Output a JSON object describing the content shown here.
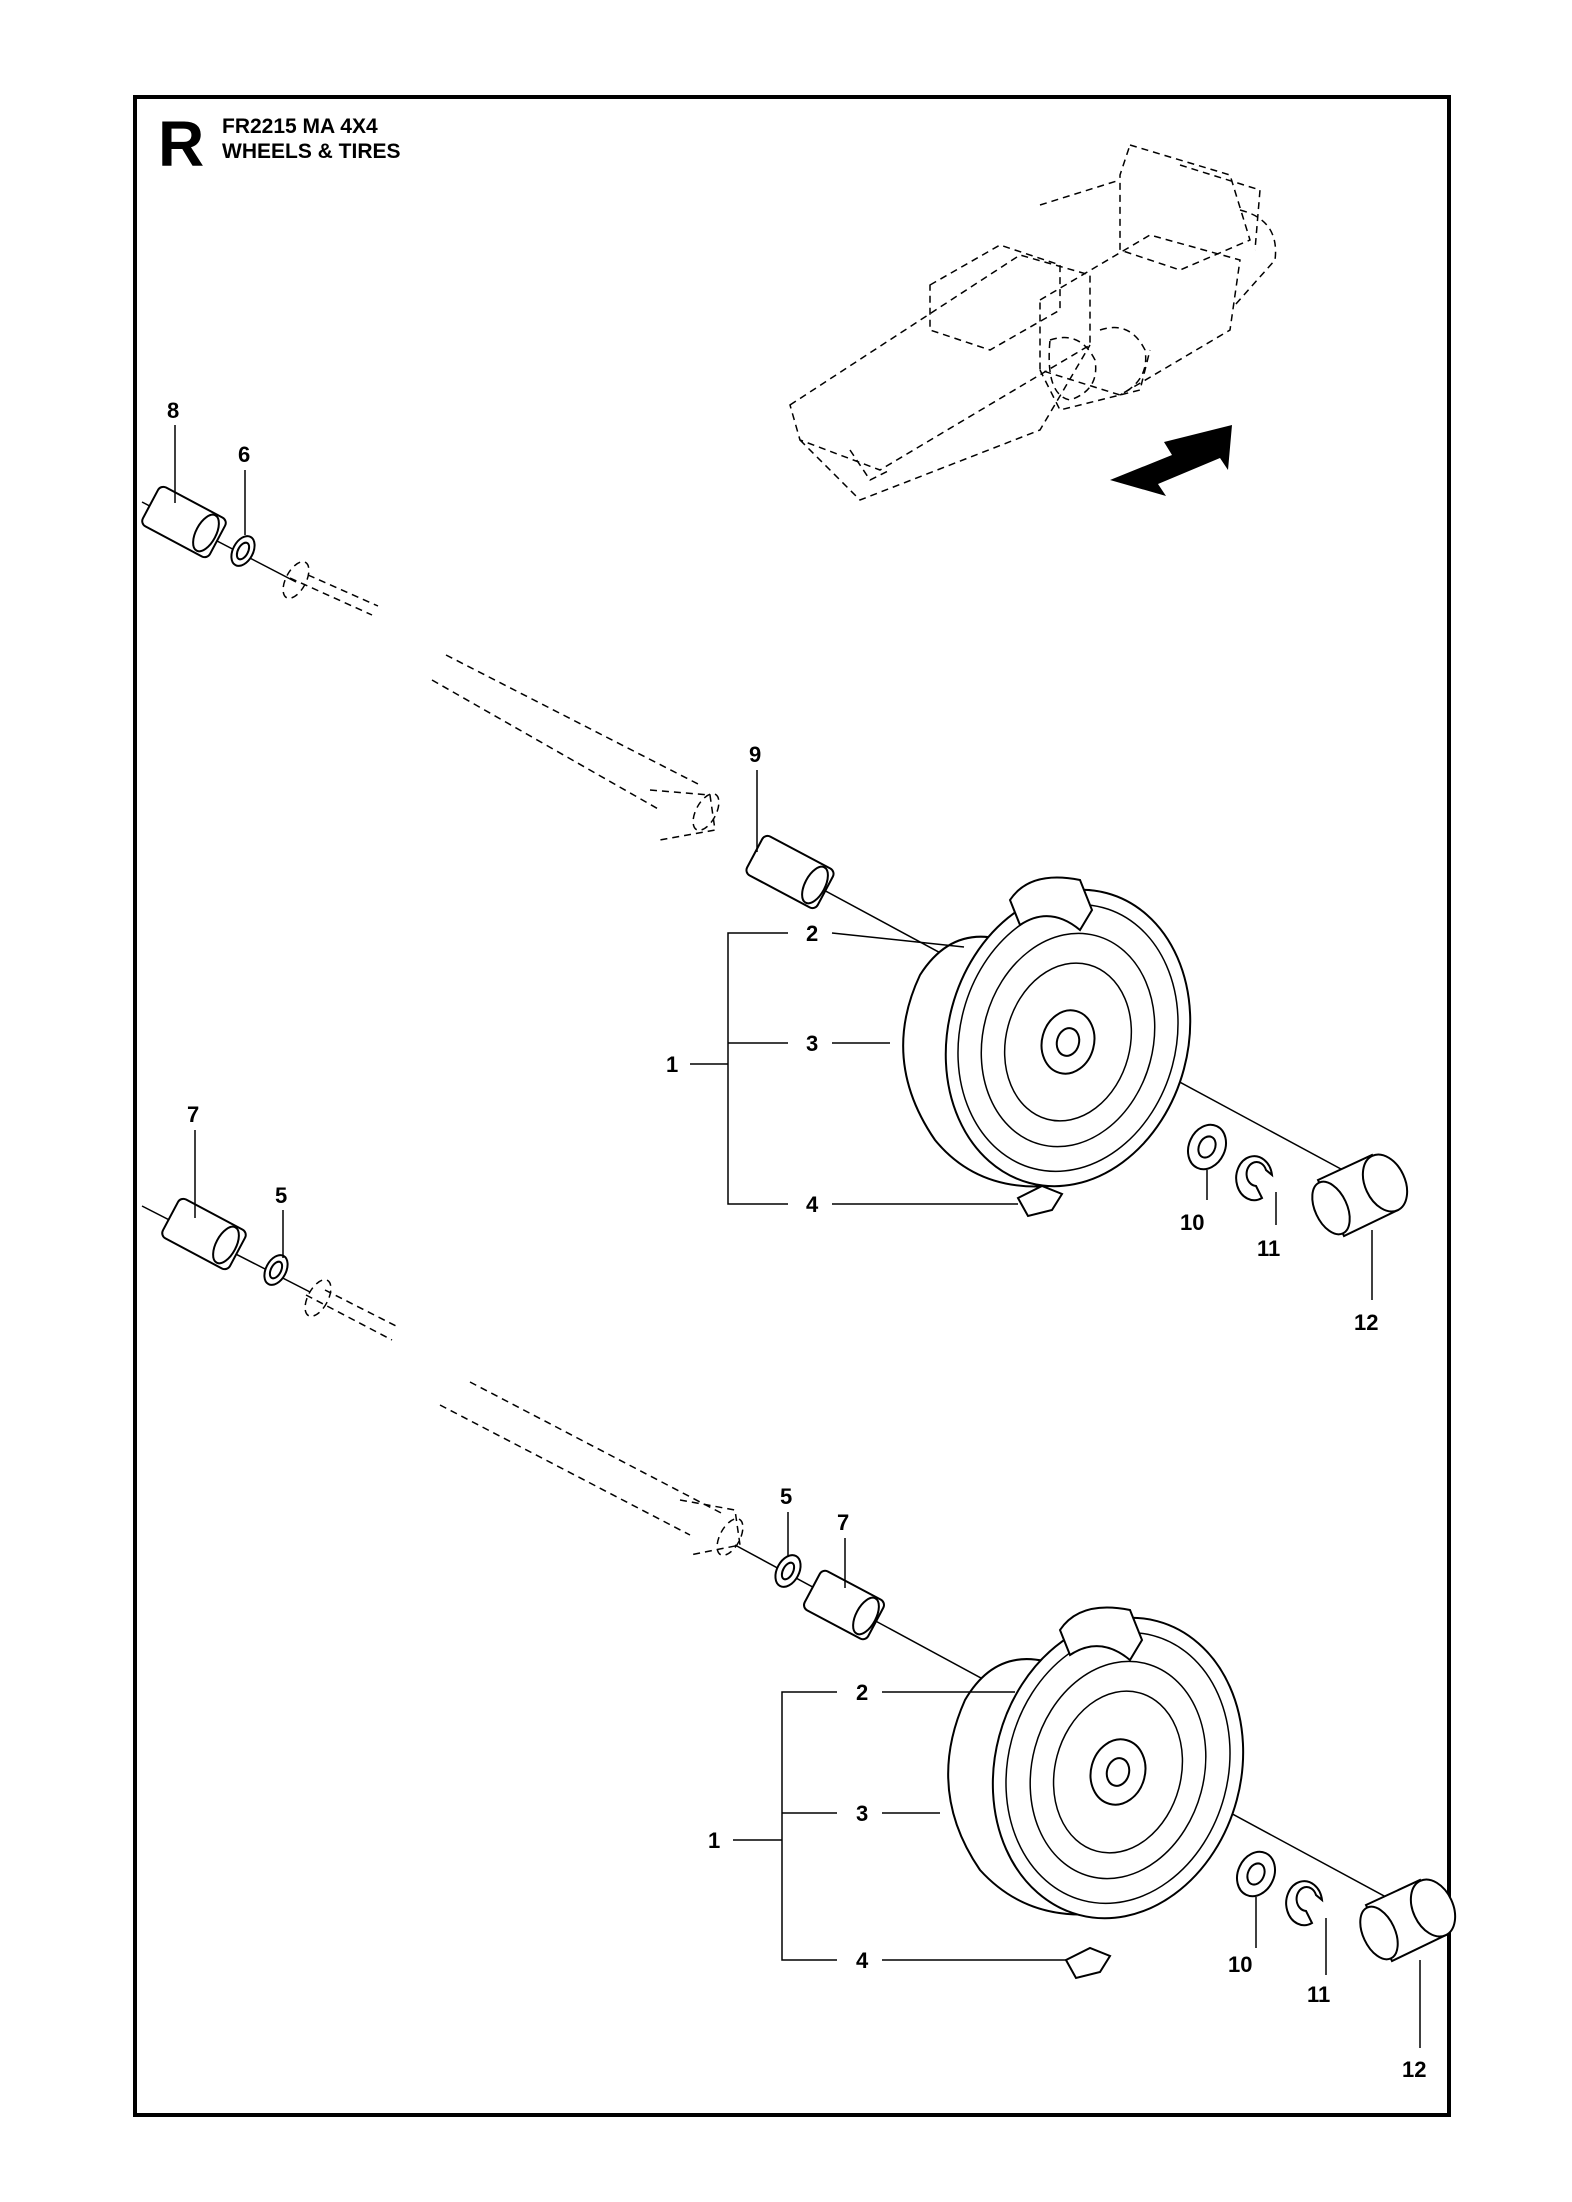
{
  "header": {
    "section_letter": "R",
    "model": "FR2215 MA 4X4",
    "subtitle": "WHEELS & TIRES"
  },
  "callouts": {
    "c8": "8",
    "c6": "6",
    "c9": "9",
    "c2a": "2",
    "c3a": "3",
    "c1a": "1",
    "c4a": "4",
    "c10a": "10",
    "c11a": "11",
    "c12a": "12",
    "c7a": "7",
    "c5a": "5",
    "c5b": "5",
    "c7b": "7",
    "c2b": "2",
    "c3b": "3",
    "c1b": "1",
    "c4b": "4",
    "c10b": "10",
    "c11b": "11",
    "c12b": "12"
  },
  "colors": {
    "line": "#000000",
    "background": "#ffffff"
  }
}
